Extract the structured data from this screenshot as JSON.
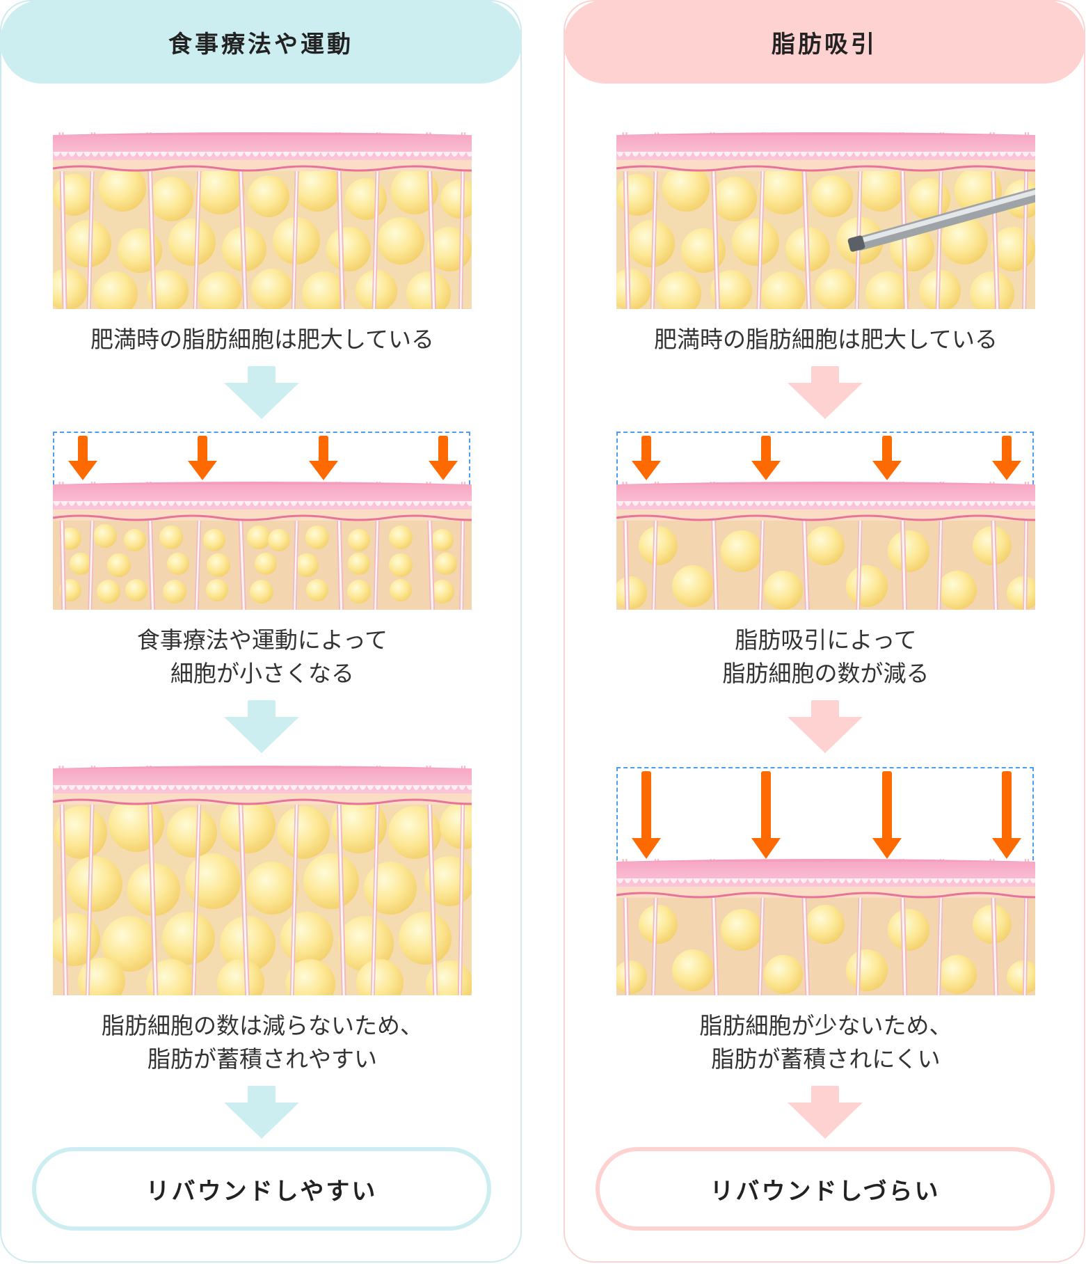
{
  "left": {
    "title": "食事療法や運動",
    "step1_caption": "肥満時の脂肪細胞は肥大している",
    "step2_caption_line1": "食事療法や運動によって",
    "step2_caption_line2": "細胞が小さくなる",
    "step3_caption_line1": "脂肪細胞の数は減らないため、",
    "step3_caption_line2": "脂肪が蓄積されやすい",
    "result": "リバウンドしやすい",
    "accent_color": "#cdeef0",
    "border_color": "#cdeaf0"
  },
  "right": {
    "title": "脂肪吸引",
    "step1_caption": "肥満時の脂肪細胞は肥大している",
    "step2_caption_line1": "脂肪吸引によって",
    "step2_caption_line2": "脂肪細胞の数が減る",
    "step3_caption_line1": "脂肪細胞が少ないため、",
    "step3_caption_line2": "脂肪が蓄積されにくい",
    "result": "リバウンドしづらい",
    "accent_color": "#ffd2d2",
    "border_color": "#fbd3d3"
  },
  "colors": {
    "skin_pink": "#f7b3cc",
    "dermis": "#fbdcc5",
    "fat_yellow": "#fbe38a",
    "arrow_orange": "#ff6a00",
    "dash_blue": "#4a9df2"
  },
  "icons": {
    "flow_arrow": "down-arrow-icon",
    "pressure_arrow": "orange-down-arrow-icon",
    "cannula": "cannula-icon"
  }
}
